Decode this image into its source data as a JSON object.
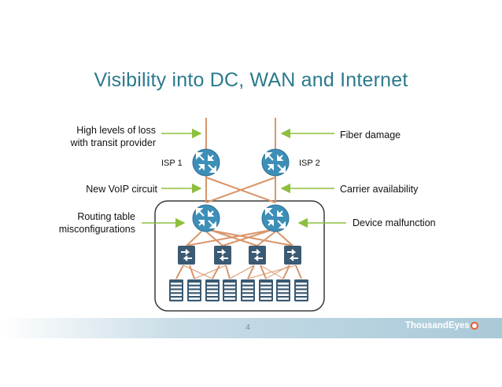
{
  "slide": {
    "title": "Visibility into DC, WAN and Internet",
    "page_number": "4"
  },
  "labels": {
    "left_top_line1": "High levels of loss",
    "left_top_line2": "with transit provider",
    "left_mid": "New VoIP circuit",
    "left_bottom_line1": "Routing table",
    "left_bottom_line2": "misconfigurations",
    "right_top": "Fiber damage",
    "right_mid": "Carrier availability",
    "right_bottom": "Device malfunction",
    "isp1": "ISP 1",
    "isp2": "ISP 2"
  },
  "brand": {
    "name_part1": "Thousand",
    "name_part2": "Eyes"
  },
  "colors": {
    "title": "#2b7a8c",
    "router": "#3d8fb8",
    "switch": "#3b5a73",
    "server": "#3b5a73",
    "link": "#d9956a",
    "arrow": "#8dbf3d",
    "border": "#3a3a3a",
    "footer": "#a9c9d9"
  }
}
